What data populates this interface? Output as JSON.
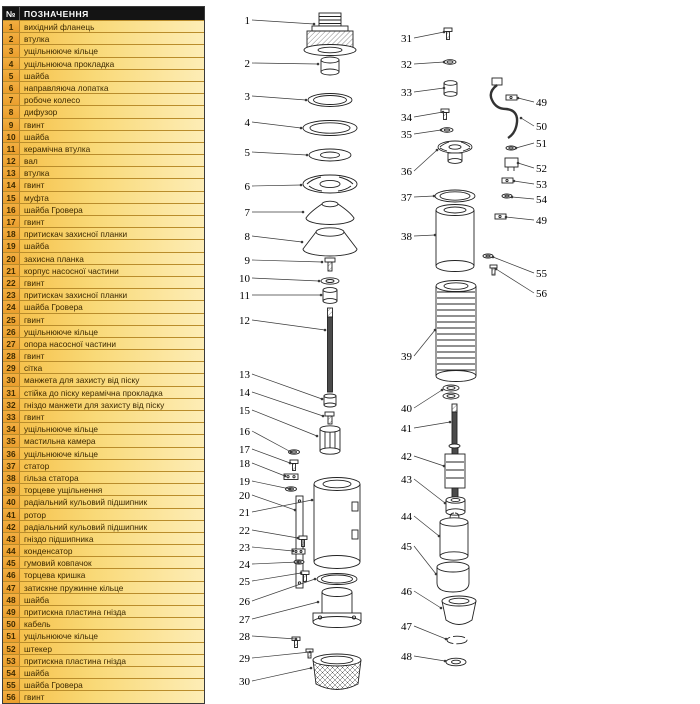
{
  "table": {
    "header": {
      "number": "№",
      "designation": "ПОЗНАЧЕННЯ"
    },
    "rows": [
      {
        "n": "1",
        "name": "вихідний фланець"
      },
      {
        "n": "2",
        "name": "втулка"
      },
      {
        "n": "3",
        "name": "ущільнююче кільце"
      },
      {
        "n": "4",
        "name": "ущільнююча прокладка"
      },
      {
        "n": "5",
        "name": "шайба"
      },
      {
        "n": "6",
        "name": "направляюча лопатка"
      },
      {
        "n": "7",
        "name": "робоче колесо"
      },
      {
        "n": "8",
        "name": "дифузор"
      },
      {
        "n": "9",
        "name": "гвинт"
      },
      {
        "n": "10",
        "name": "шайба"
      },
      {
        "n": "11",
        "name": "керамічна втулка"
      },
      {
        "n": "12",
        "name": "вал"
      },
      {
        "n": "13",
        "name": "втулка"
      },
      {
        "n": "14",
        "name": "гвинт"
      },
      {
        "n": "15",
        "name": "муфта"
      },
      {
        "n": "16",
        "name": "шайба Гровера"
      },
      {
        "n": "17",
        "name": "гвинт"
      },
      {
        "n": "18",
        "name": "притискач захисної планки"
      },
      {
        "n": "19",
        "name": "шайба"
      },
      {
        "n": "20",
        "name": "захисна планка"
      },
      {
        "n": "21",
        "name": "корпус насосної частини"
      },
      {
        "n": "22",
        "name": "гвинт"
      },
      {
        "n": "23",
        "name": "притискач захисної планки"
      },
      {
        "n": "24",
        "name": "шайба Гровера"
      },
      {
        "n": "25",
        "name": "гвинт"
      },
      {
        "n": "26",
        "name": "ущільнююче кільце"
      },
      {
        "n": "27",
        "name": "опора насосної частини"
      },
      {
        "n": "28",
        "name": "гвинт"
      },
      {
        "n": "29",
        "name": "сітка"
      },
      {
        "n": "30",
        "name": "манжета для захисту від піску"
      },
      {
        "n": "31",
        "name": "стійка до піску керамічна прокладка"
      },
      {
        "n": "32",
        "name": "гніздо манжети для захисту від піску"
      },
      {
        "n": "33",
        "name": "гвинт"
      },
      {
        "n": "34",
        "name": "ущільнююче кільце"
      },
      {
        "n": "35",
        "name": "мастильна камера"
      },
      {
        "n": "36",
        "name": "ущільнююче кільце"
      },
      {
        "n": "37",
        "name": "статор"
      },
      {
        "n": "38",
        "name": "гільза статора"
      },
      {
        "n": "39",
        "name": "торцеве ущільнення"
      },
      {
        "n": "40",
        "name": "радіальний кульовий підшипник"
      },
      {
        "n": "41",
        "name": "ротор"
      },
      {
        "n": "42",
        "name": "радіальний кульовий підшипник"
      },
      {
        "n": "43",
        "name": "гніздо підшипника"
      },
      {
        "n": "44",
        "name": "конденсатор"
      },
      {
        "n": "45",
        "name": "гумовий ковпачок"
      },
      {
        "n": "46",
        "name": "торцева кришка"
      },
      {
        "n": "47",
        "name": "затискне пружинне кільце"
      },
      {
        "n": "48",
        "name": "шайба"
      },
      {
        "n": "49",
        "name": "притискна пластина гнізда"
      },
      {
        "n": "50",
        "name": "кабель"
      },
      {
        "n": "51",
        "name": "ущільнююче кільце"
      },
      {
        "n": "52",
        "name": "штекер"
      },
      {
        "n": "53",
        "name": "притискна пластина гнізда"
      },
      {
        "n": "54",
        "name": "шайба"
      },
      {
        "n": "55",
        "name": "шайба Гровера"
      },
      {
        "n": "56",
        "name": "гвинт"
      }
    ]
  },
  "diagram": {
    "pump_callouts": [
      "1",
      "2",
      "3",
      "4",
      "5",
      "6",
      "7",
      "8",
      "9",
      "10",
      "11",
      "12",
      "13",
      "14",
      "15",
      "16",
      "17",
      "18",
      "19",
      "20",
      "21",
      "22",
      "23",
      "24",
      "25",
      "26",
      "27",
      "28",
      "29",
      "30"
    ],
    "motor_callouts": [
      "31",
      "32",
      "33",
      "34",
      "35",
      "36",
      "37",
      "38",
      "39",
      "40",
      "41",
      "42",
      "43",
      "44",
      "45",
      "46",
      "47",
      "48"
    ],
    "cable_callouts": [
      "49",
      "50",
      "51",
      "52",
      "53",
      "54",
      "49",
      "55",
      "56"
    ]
  },
  "colors": {
    "table_header_bg": "#141414",
    "table_header_text": "#ffffff",
    "row_number_bg": "#efa536",
    "row_name_bg_left": "#f6c24d",
    "row_name_bg_right": "#fdedb6",
    "row_border": "#b98c2b",
    "line_color": "#222222"
  }
}
